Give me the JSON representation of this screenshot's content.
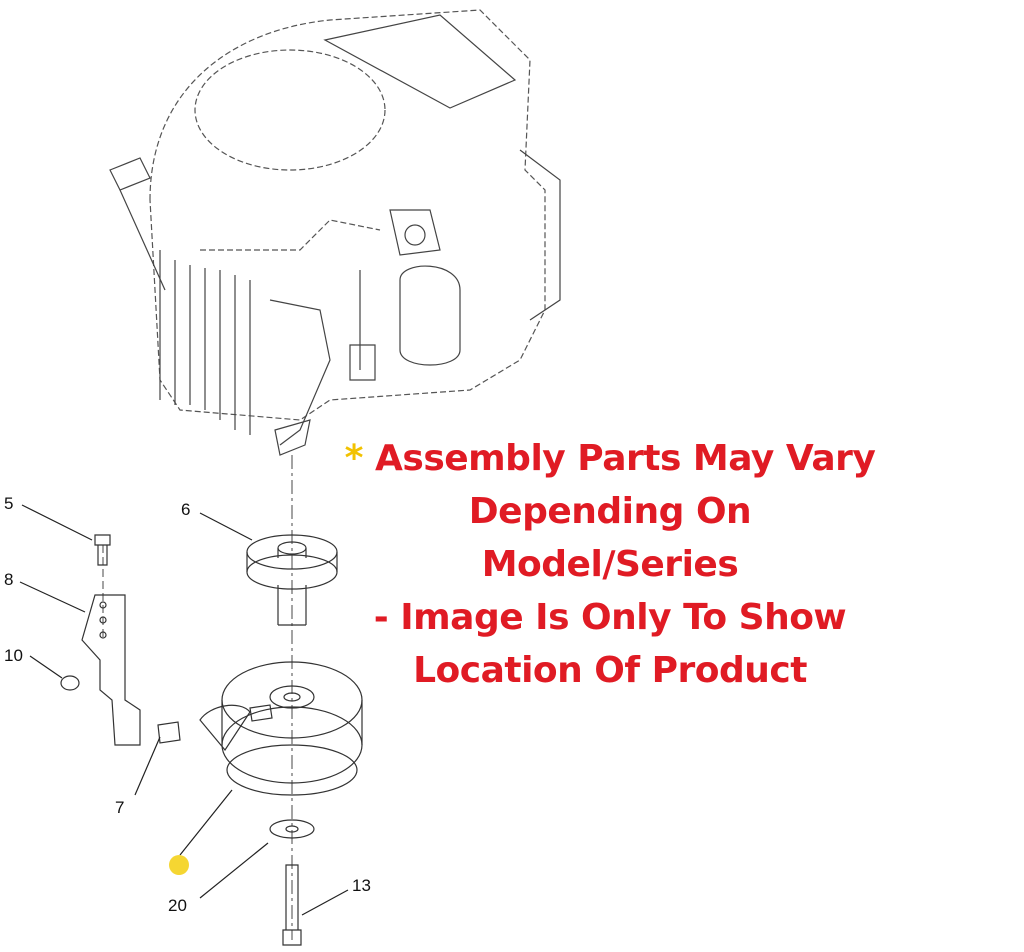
{
  "callouts": {
    "c5": "5",
    "c6": "6",
    "c8": "8",
    "c10": "10",
    "c7": "7",
    "c20": "20",
    "c13": "13"
  },
  "note": {
    "asterisk": "*",
    "line1": "Assembly Parts May Vary",
    "line2": "Depending On Model/Series",
    "line3": "- Image Is Only To Show",
    "line4": "Location Of Product"
  },
  "colors": {
    "note": "#e01b24",
    "asterisk": "#f2c200",
    "marker": "#f5d632"
  }
}
